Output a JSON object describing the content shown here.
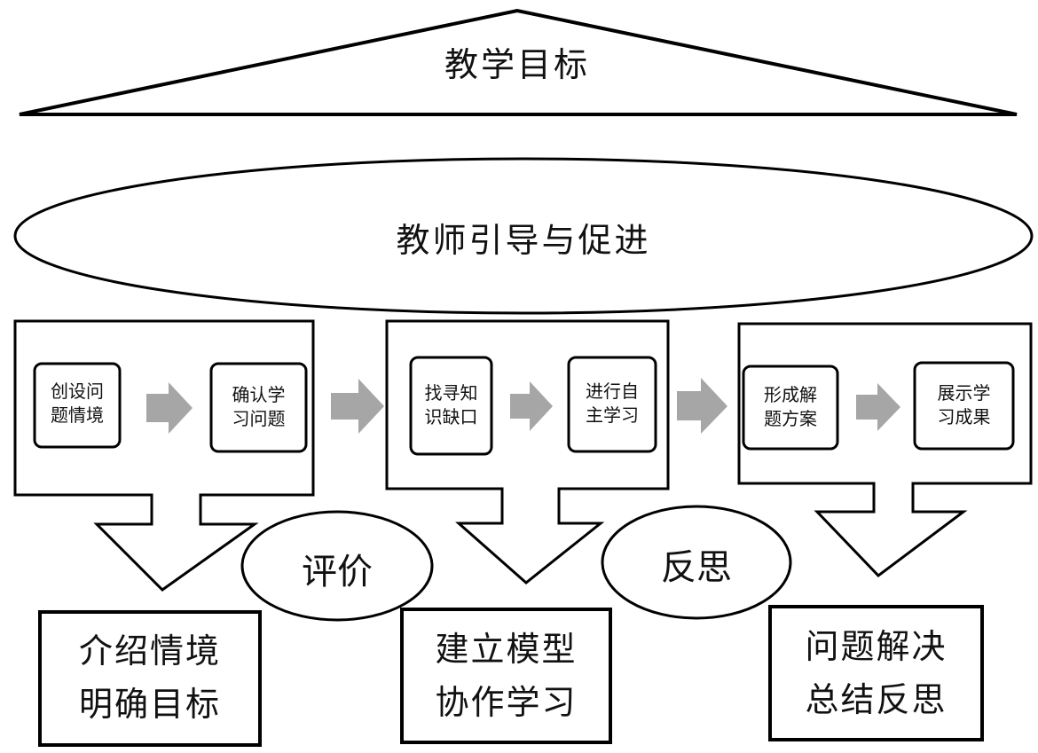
{
  "top_goal": "教学目标",
  "teacher_role": "教师引导与促进",
  "stage1": {
    "step1": "创设问题情境",
    "step2": "确认学习问题"
  },
  "stage2": {
    "step1": "找寻知识缺口",
    "step2": "进行自主学习"
  },
  "stage3": {
    "step1": "形成解题方案",
    "step2": "展示学习成果"
  },
  "outcome1": {
    "line1": "介绍情境",
    "line2": "明确目标"
  },
  "outcome2": {
    "line1": "建立模型",
    "line2": "协作学习"
  },
  "outcome3": {
    "line1": "问题解决",
    "line2": "总结反思"
  },
  "evaluate": "评价",
  "reflect": "反思"
}
